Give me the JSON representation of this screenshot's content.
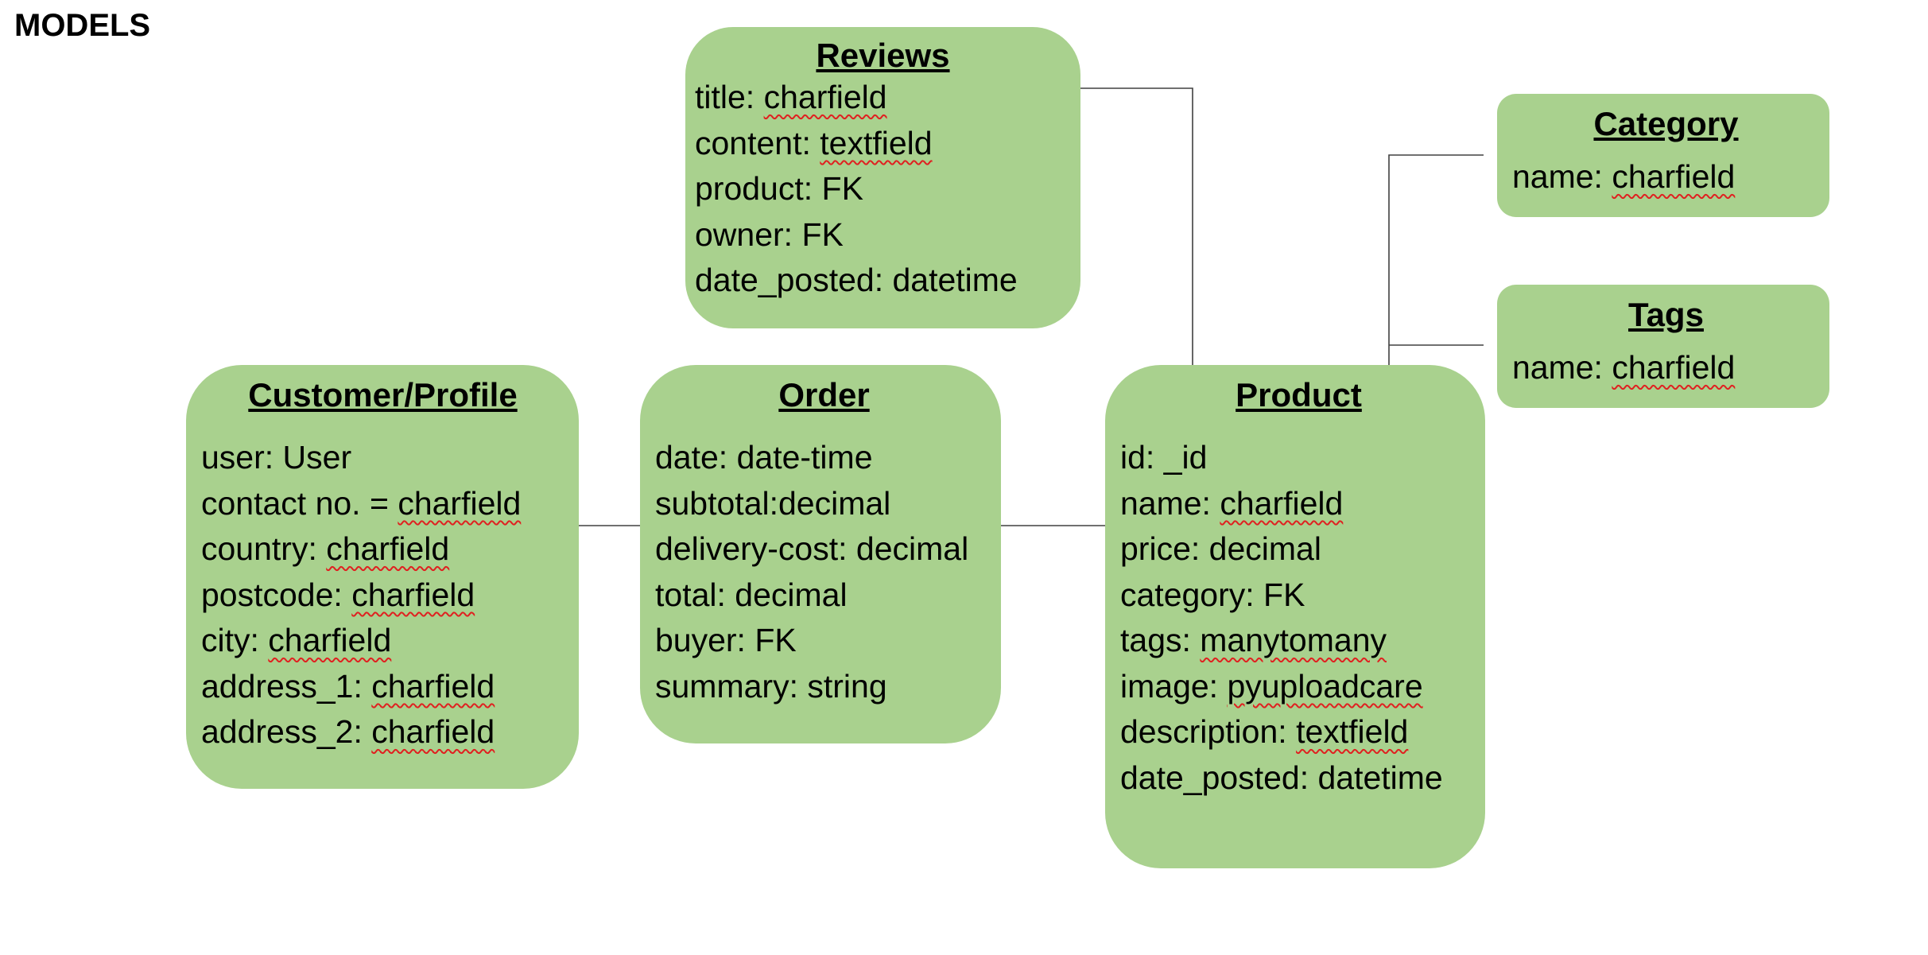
{
  "title": "MODELS",
  "colors": {
    "box_fill": "#a9d18e",
    "connector": "#404040",
    "spellcheck_underline": "#e02020"
  },
  "models": {
    "reviews": {
      "name": "Reviews",
      "fields": [
        {
          "label": "title: ",
          "type": "charfield"
        },
        {
          "label": "content: ",
          "type": "textfield"
        },
        {
          "label": "product: ",
          "type": "FK"
        },
        {
          "label": "owner: ",
          "type": "FK"
        },
        {
          "label": "date_posted: ",
          "type": "datetime"
        }
      ]
    },
    "customer": {
      "name": "Customer/Profile",
      "fields": [
        {
          "label": "user: ",
          "type": "User"
        },
        {
          "label": "contact no. = ",
          "type": "charfield"
        },
        {
          "label": "country: ",
          "type": "charfield"
        },
        {
          "label": "postcode: ",
          "type": "charfield"
        },
        {
          "label": "city: ",
          "type": "charfield"
        },
        {
          "label": "address_1: ",
          "type": "charfield"
        },
        {
          "label": "address_2: ",
          "type": "charfield"
        }
      ]
    },
    "order": {
      "name": "Order",
      "fields": [
        {
          "label": "date: ",
          "type": "date-time"
        },
        {
          "label": "subtotal:",
          "type": "decimal"
        },
        {
          "label": "delivery-cost: ",
          "type": "decimal"
        },
        {
          "label": "total: ",
          "type": "decimal"
        },
        {
          "label": "buyer: ",
          "type": "FK"
        },
        {
          "label": "summary: ",
          "type": "string"
        }
      ]
    },
    "product": {
      "name": "Product",
      "fields": [
        {
          "label": "id: ",
          "type": "_id"
        },
        {
          "label": "name: ",
          "type": "charfield"
        },
        {
          "label": "price: ",
          "type": "decimal"
        },
        {
          "label": "category: ",
          "type": "FK"
        },
        {
          "label": "tags:  ",
          "type": "manytomany"
        },
        {
          "label": "image: ",
          "type": "pyuploadcare"
        },
        {
          "label": "description: ",
          "type": "textfield"
        },
        {
          "label": "date_posted: ",
          "type": "datetime"
        }
      ]
    },
    "category": {
      "name": "Category",
      "fields": [
        {
          "label": "name: ",
          "type": "charfield"
        }
      ]
    },
    "tags": {
      "name": "Tags",
      "fields": [
        {
          "label": "name: ",
          "type": "charfield"
        }
      ]
    }
  },
  "relationships": [
    {
      "from": "Customer/Profile",
      "to": "Order"
    },
    {
      "from": "Order",
      "to": "Product"
    },
    {
      "from": "Reviews",
      "to": "Product"
    },
    {
      "from": "Product",
      "to": "Category"
    },
    {
      "from": "Product",
      "to": "Tags"
    }
  ]
}
